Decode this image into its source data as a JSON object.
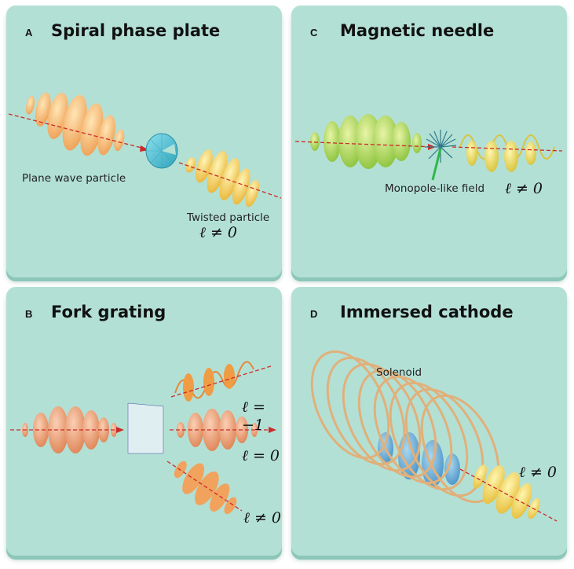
{
  "panels": {
    "A": {
      "letter": "A",
      "title": "Spiral phase plate",
      "input_label": "Plane wave particle",
      "output_label": "Twisted particle",
      "output_math": "ℓ ≠ 0"
    },
    "B": {
      "letter": "B",
      "title": "Fork grating",
      "beam_top": "ℓ = −1",
      "beam_mid": "ℓ = 0",
      "beam_bot": "ℓ ≠ 0"
    },
    "C": {
      "letter": "C",
      "title": "Magnetic needle",
      "field_label": "Monopole-like field",
      "output_math": "ℓ ≠ 0"
    },
    "D": {
      "letter": "D",
      "title": "Immersed cathode",
      "coil_label": "Solenoid",
      "output_math": "ℓ ≠ 0"
    }
  },
  "colors": {
    "panel": "#b3e0d5",
    "beam_axis": "#cc2a2a",
    "orange": "#f0a56a",
    "yellow": "#f1d760",
    "green": "#a8cf5a",
    "plate": "#5fc6d8",
    "coil": "#e1b07a",
    "grating": "#4a4a9a"
  }
}
